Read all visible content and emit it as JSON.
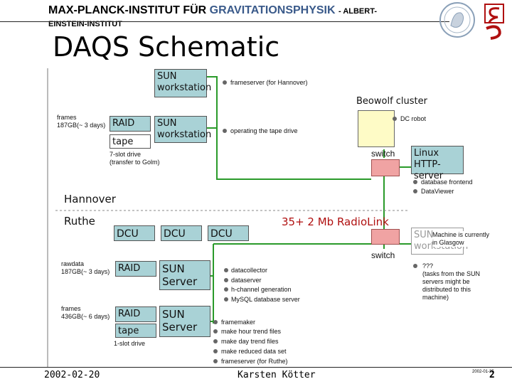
{
  "header": {
    "institute_main": "MAX-PLANCK-INSTITUT FÜR",
    "institute_accent": "GRAVITATIONSPHYSIK",
    "institute_suffix": "- ALBERT-",
    "institute_line2": "EINSTEIN-INSTITUT"
  },
  "title": "DAQS Schematic",
  "hannover": {
    "label": "Hannover",
    "sun_top": "SUN workstation",
    "frameserver_note": "frameserver (for Hannover)",
    "frames_label": "frames\n187GB(~ 3 days)",
    "raid": "RAID",
    "tape": "tape",
    "sun_mid": "SUN workstation",
    "tape_note": "operating the tape drive",
    "tape_drive_note": "7-slot drive\n(transfer to Golm)",
    "beowulf_label": "Beowolf cluster",
    "dc_robot": "DC robot",
    "switch": "switch",
    "linux_server": "Linux HTTP-server",
    "server_notes": [
      "database frontend",
      "DataViewer"
    ]
  },
  "ruthe": {
    "label": "Ruthe",
    "dcus": [
      "DCU",
      "DCU",
      "DCU"
    ],
    "radiolink": "35+ 2 Mb RadioLink",
    "sun_glasgow": "SUN workstation",
    "glasgow_note": "Machine is currently\nin Glasgow",
    "switch": "switch",
    "rawdata_label": "rawdata\n187GB(~ 3 days)",
    "raid1": "RAID",
    "sun_server1": "SUN Server",
    "server1_notes": [
      "datacollector",
      "dataserver",
      "h-channel generation",
      "MySQL database server"
    ],
    "future_note": "???\n(tasks from the SUN\nservers might be\ndistributed to this\nmachine)",
    "frames_label": "frames\n436GB(~ 6 days)",
    "raid2": "RAID",
    "tape": "tape",
    "sun_server2": "SUN Server",
    "server2_notes": [
      "framemaker",
      "make hour trend files",
      "make day trend files",
      "make reduced data set",
      "frameserver (for Ruthe)"
    ],
    "drive_note": "1-slot drive"
  },
  "footer": {
    "date": "2002-02-20",
    "author": "Karsten Kötter",
    "small_date": "2002-01-25",
    "page": "2"
  },
  "colors": {
    "line_green": "#2a9a2a",
    "box_teal": "#a9d2d6",
    "switch_pink": "#f0a3a3",
    "beowulf_yellow": "#fefbc6",
    "accent_red": "#b01010"
  }
}
